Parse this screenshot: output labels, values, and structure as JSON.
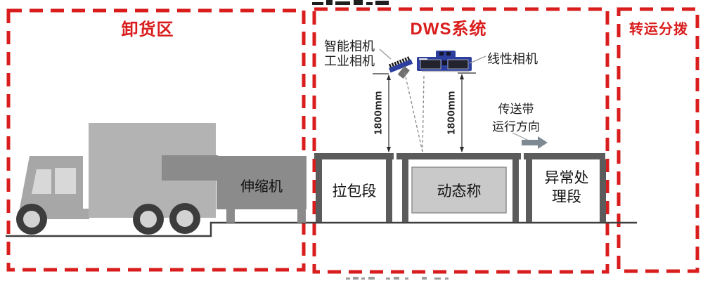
{
  "zones": {
    "unloading": {
      "title": "卸货区"
    },
    "dws": {
      "title": "DWS系统"
    },
    "transfer": {
      "title": "转运分拨"
    }
  },
  "equipment": {
    "telescopic_machine": "伸缩机",
    "smart_camera_label_line1": "智能相机",
    "smart_camera_label_line2": "工业相机",
    "linear_camera_label": "线性相机"
  },
  "dimensions": {
    "camera_height_left": "1800mm",
    "camera_height_right": "1800mm"
  },
  "belt_direction": {
    "line1": "传送带",
    "line2": "运行方向"
  },
  "conveyor_sections": {
    "pull_section": "拉包段",
    "dynamic_scale": "动态称",
    "abnormal_section_line1": "异常处",
    "abnormal_section_line2": "理段"
  },
  "colors": {
    "zone_border_red": "#d91d1d",
    "zone_title_red": "#d91d1d",
    "conveyor_gray": "#5b5b5b",
    "truck_cab_gray": "#a7a7a7",
    "truck_cargo_gray": "#b3b3b3",
    "dark_equipment_gray": "#8b8b8b",
    "scale_box_gray": "#c9c9c9",
    "camera_blue": "#2c3e9e",
    "direction_arrow_gray": "#7e8a92",
    "ground_line": "#3f3f3f"
  }
}
